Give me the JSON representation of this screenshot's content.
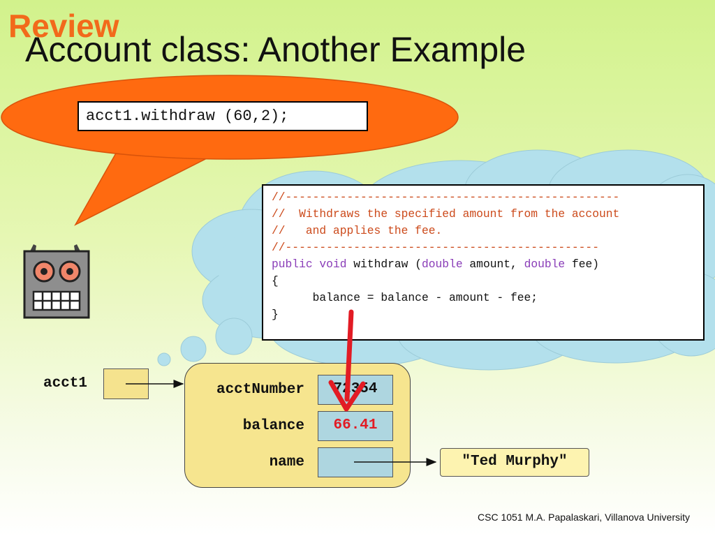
{
  "slide": {
    "tag": "Review",
    "title": "Account class: Another Example",
    "footer": "CSC 1051 M.A. Papalaskari, Villanova University"
  },
  "speech": {
    "call": "acct1.withdraw (60,2);"
  },
  "code": {
    "lines": [
      "//-------------------------------------------------",
      "//  Withdraws the specified amount from the account",
      "//   and applies the fee.",
      "//----------------------------------------------",
      "public void withdraw (double amount, double fee)",
      "{",
      "      balance = balance - amount - fee;",
      "}"
    ]
  },
  "memory": {
    "variable": "acct1",
    "fields": [
      {
        "label": "acctNumber",
        "value": "72354"
      },
      {
        "label": "balance",
        "value": "66.41"
      },
      {
        "label": "name",
        "value": ""
      }
    ],
    "name_object": "\"Ted Murphy\""
  },
  "colors": {
    "review": "#f26a1b",
    "bubble": "#ff6a10",
    "cloud": "#b3e0ec",
    "object": "#f6e58f",
    "field": "#aed6e0",
    "highlight": "#e21b24",
    "comment": "#cc4a1b",
    "keyword": "#8a3db8"
  },
  "icons": [
    "robot-icon",
    "red-arrow-icon"
  ]
}
